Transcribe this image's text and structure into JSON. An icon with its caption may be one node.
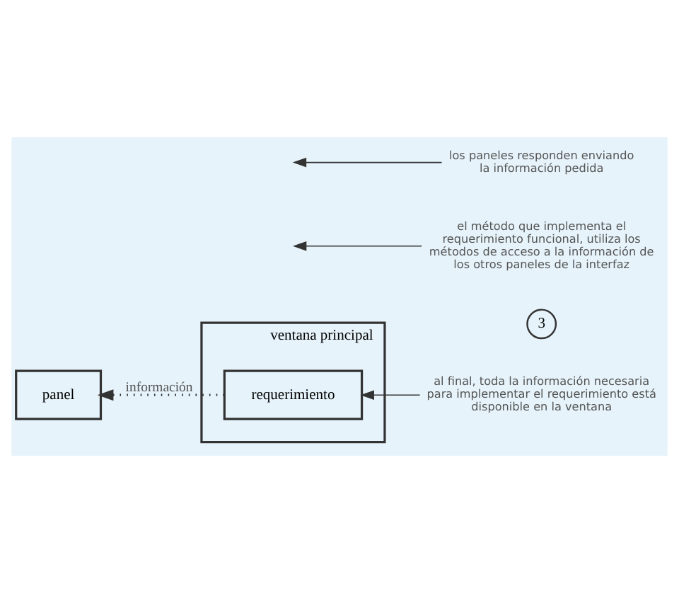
{
  "diagram": {
    "nodes": [
      {
        "text": [
          "ventana principal"
        ]
      },
      {
        "text": [
          "requerimiento"
        ],
        "in": 0
      },
      {
        "text": [
          "panel"
        ]
      },
      {
        "text": [
          "3"
        ]
      },
      {
        "text": [
          "el método que implementa el requerimiento funcional, utiliza los métodos de acceso a la información de los otros paneles de la interfaz"
        ]
      },
      {
        "text": [
          "los paneles responden enviando la información pedida"
        ]
      },
      {
        "text": [
          "al final, toda la información necesaria para implementar el requerimiento está disponible en la ventana"
        ]
      }
    ],
    "edges": [
      {
        "from": 1,
        "to": 2,
        "arrow": "to",
        "style": "dashed",
        "label": "información"
      },
      {
        "from": 4,
        "to": null,
        "arrow": "to"
      },
      {
        "from": 5,
        "to": null,
        "arrow": "to"
      },
      {
        "from": 6,
        "to": 1,
        "arrow": "to"
      }
    ]
  }
}
